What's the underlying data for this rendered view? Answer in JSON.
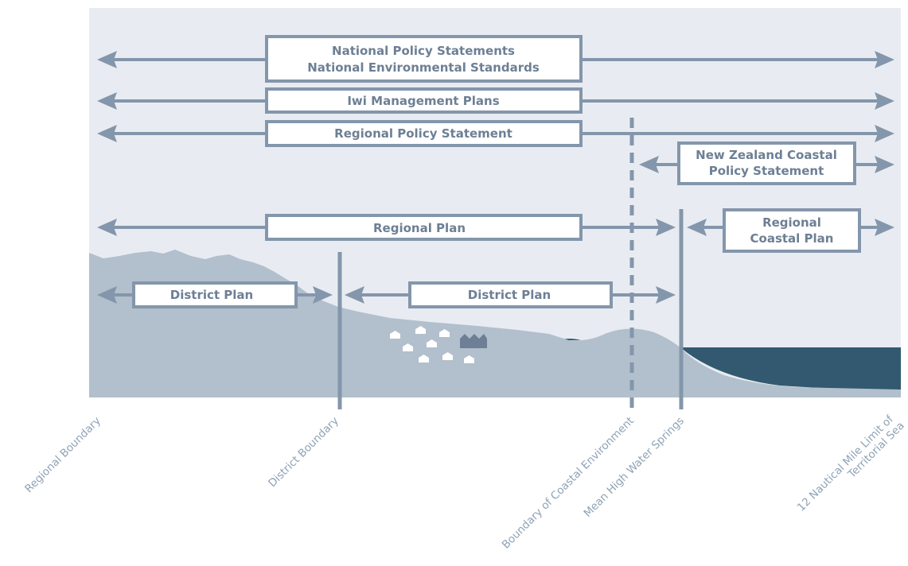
{
  "policy_boxes": {
    "nps_line1": "National Policy Statements",
    "nps_line2": "National Environmental Standards",
    "iwi": "Iwi Management Plans",
    "rps": "Regional Policy Statement",
    "nzcps_line1": "New Zealand Coastal",
    "nzcps_line2": "Policy Statement",
    "regional_plan": "Regional Plan",
    "rcp_line1": "Regional",
    "rcp_line2": "Coastal Plan",
    "district_plan_left": "District Plan",
    "district_plan_right": "District Plan"
  },
  "boundaries": {
    "regional": "Regional Boundary",
    "district": "District Boundary",
    "coastal_env": "Boundary of Coastal Environment",
    "mhws": "Mean High Water Springs",
    "territorial_line1": "12 Nautical Mile Limit of",
    "territorial_line2": "Territorial Sea"
  },
  "colors": {
    "panel_bg": "#e8ecf2",
    "land": "#b2bfcc",
    "sea": "#32596f",
    "arrow": "#8496ab",
    "box_text": "#6d7f94",
    "axis_label": "#8fa2b6"
  }
}
